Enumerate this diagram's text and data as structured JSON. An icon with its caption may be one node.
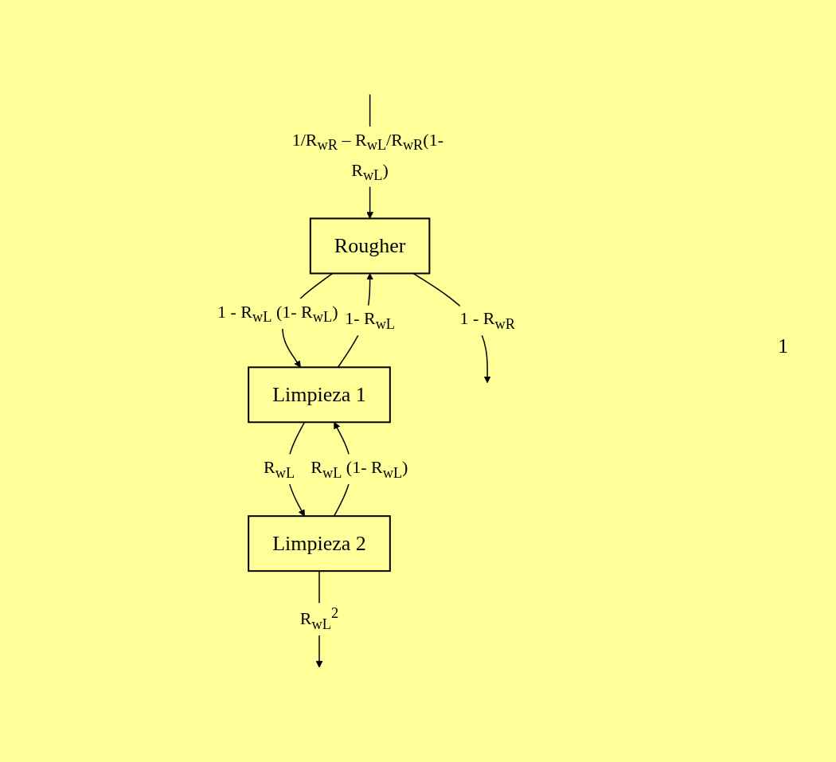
{
  "diagram": {
    "nodes": [
      {
        "text": [
          "Rougher"
        ]
      },
      {
        "text": [
          "Limpieza 1"
        ]
      },
      {
        "text": [
          "Limpieza 2"
        ]
      }
    ],
    "edges": [
      {
        "from": null,
        "to": 0,
        "arrow": "to",
        "label": "1/R$_{wR}$ – R$_{wL}$/R$_{wR}$(1- R$_{wL}$)"
      },
      {
        "from": 0,
        "to": null,
        "arrow": "to",
        "label": "1 - R$_{wR}$"
      },
      {
        "from": 0,
        "to": 1,
        "arrow": "to",
        "label": "1 - R$_{wL}$ (1- R$_{wL}$)"
      },
      {
        "from": 1,
        "to": 0,
        "arrow": "to",
        "label": "1- R$_{wL}$"
      },
      {
        "from": 1,
        "to": 2,
        "arrow": "to",
        "label": "R$_{wL}$"
      },
      {
        "from": 2,
        "to": 1,
        "arrow": "to",
        "label": "R$_{wL}$ (1- R$_{wL}$)"
      },
      {
        "from": 2,
        "to": null,
        "arrow": "to",
        "label": "R$_{wL}$$^{2}$"
      }
    ],
    "labels": [
      "1"
    ]
  }
}
